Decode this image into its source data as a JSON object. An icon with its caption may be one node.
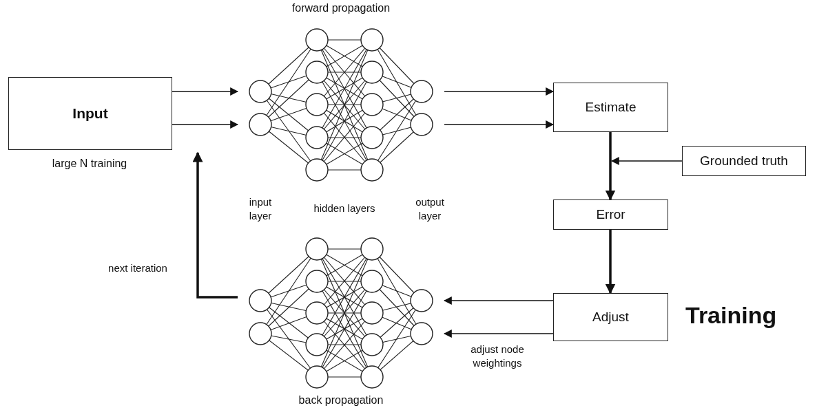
{
  "diagram": {
    "nodes": [
      {
        "text": [
          "Input"
        ],
        "beside": [
          "large N training"
        ]
      },
      {
        "text": [
          "forward propagation"
        ]
      },
      {
        "text": [
          "Estimate"
        ]
      },
      {
        "text": [
          "Grounded truth"
        ]
      },
      {
        "text": [
          "Error"
        ]
      },
      {
        "text": [
          "Adjust"
        ]
      },
      {
        "text": [
          "back propagation"
        ]
      }
    ],
    "edges": [
      {
        "from": 0,
        "to": 1,
        "arrow": "to"
      },
      {
        "from": 0,
        "to": 1,
        "arrow": "to"
      },
      {
        "from": 1,
        "to": 2,
        "arrow": "to"
      },
      {
        "from": 1,
        "to": 2,
        "arrow": "to"
      },
      {
        "from": 2,
        "to": 4,
        "arrow": "to",
        "style": "thick"
      },
      {
        "from": 3,
        "to": null,
        "arrow": "to"
      },
      {
        "from": 4,
        "to": 5,
        "arrow": "to",
        "style": "thick"
      },
      {
        "from": 5,
        "to": 6,
        "arrow": "to"
      },
      {
        "from": 5,
        "to": 6,
        "arrow": "to",
        "label": "adjust node weightings"
      },
      {
        "from": 6,
        "to": null,
        "arrow": "to",
        "style": "thick",
        "label": "next iteration"
      }
    ],
    "labels": [
      "input layer",
      "hidden layers",
      "output layer",
      "Training"
    ]
  }
}
